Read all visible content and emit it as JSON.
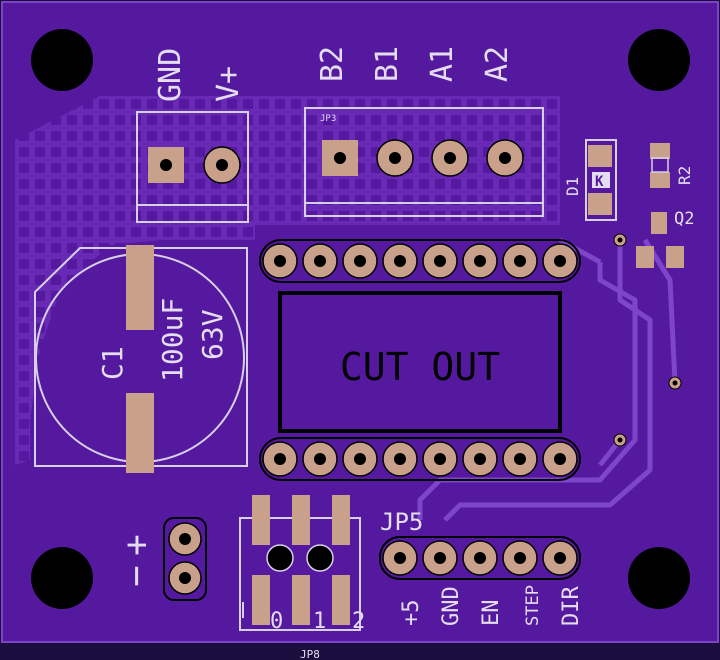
{
  "board": {
    "color": "#55199f",
    "edge_color": "#7b43c8",
    "silk_color": "#e4ddf0",
    "pad_color": "#c9a08a"
  },
  "labels": {
    "gnd_power": "GND",
    "v_plus": "V+",
    "b2": "B2",
    "b1": "B1",
    "a1": "A1",
    "a2": "A2",
    "jp3": "JP3",
    "d1": "D1",
    "r2": "R2",
    "q2": "Q2",
    "c1": "C1",
    "cap_value": "100uF",
    "cap_voltage": "63V",
    "cutout": "CUT OUT",
    "jp5": "JP5",
    "plus_sign": "+",
    "minus_sign": "−",
    "pin_plus5": "+5",
    "pin_gnd": "GND",
    "pin_en": "EN",
    "pin_step": "STEP",
    "pin_dir": "DIR",
    "jp_num_0": "0",
    "jp_num_1": "1",
    "jp_num_2": "2",
    "jp8": "JP8"
  }
}
